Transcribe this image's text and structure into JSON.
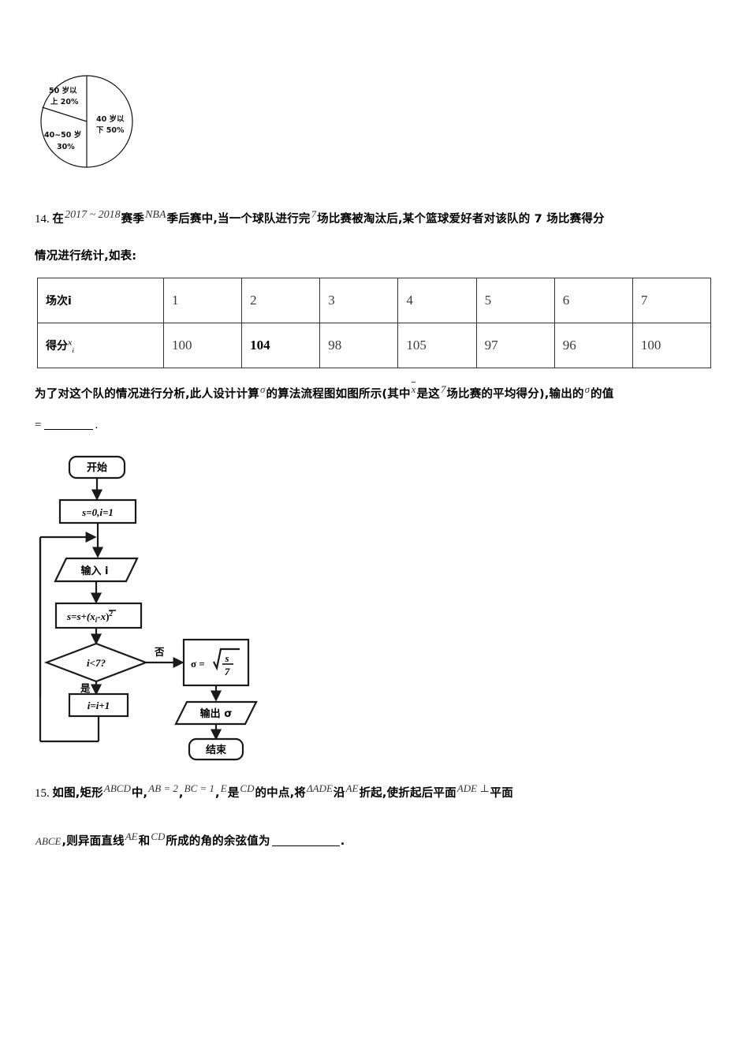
{
  "pie_chart": {
    "name": "age-distribution-pie",
    "slices": [
      {
        "label_line1": "40 岁以",
        "label_line2": "下 50%",
        "percent": 50,
        "category": "40 岁以下"
      },
      {
        "label_line1": "50 岁以",
        "label_line2": "上 20%",
        "percent": 20,
        "category": "50 岁以上"
      },
      {
        "label_line1": "40~50 岁",
        "label_line2": "30%",
        "percent": 30,
        "category": "40~50 岁"
      }
    ]
  },
  "q14": {
    "number": "14.",
    "line1": {
      "t1": "在",
      "m1": "2017 ~ 2018",
      "t2": "赛季",
      "m2": "NBA",
      "t3": "季后赛中,当一个球队进行完",
      "m3": "7",
      "t4": "场比赛被淘汰后,某个篮球爱好者对该队的 7 场比赛得分"
    },
    "line2": "情况进行统计,如表:",
    "table": {
      "row_headers": [
        "场次i",
        "得分"
      ],
      "row2_header_sub": "x",
      "row2_header_sub_i": "i",
      "match_numbers": [
        "1",
        "2",
        "3",
        "4",
        "5",
        "6",
        "7"
      ],
      "scores": [
        "100",
        "104",
        "98",
        "105",
        "97",
        "96",
        "100"
      ],
      "bold_index": 1
    },
    "para": {
      "p1a": "为了对这个队的情况进行分析,此人设计计算",
      "sigma1": "σ",
      "p1b": "的算法流程图如图所示(其中",
      "xbar": "x",
      "p1c": "是这",
      "seven": "7",
      "p1d": "场比赛的平均得分),输出的",
      "sigma2": "σ",
      "p1e": "的值",
      "eq": "=",
      "period": "."
    }
  },
  "flowchart": {
    "name": "sigma-algorithm-flowchart",
    "nodes": {
      "start": "开始",
      "init": "s=0,i=1",
      "input": "输入 i",
      "accumulate_s": "s=s+(x",
      "accumulate_sub": "i",
      "accumulate_mid": "-x",
      "accumulate_tail": ")",
      "accumulate_pow": "2",
      "decision": "i<7?",
      "increment": "i=i+1",
      "sigma_eq": "σ =",
      "sigma_num": "s",
      "sigma_den": "7",
      "output": "输出 σ",
      "end": "结束"
    },
    "branches": {
      "no": "否",
      "yes": "是"
    }
  },
  "q15": {
    "number": "15.",
    "l1": {
      "t1": "如图,矩形",
      "m1": "ABCD",
      "t2": "中,",
      "m2": "AB = 2",
      "c1": ",",
      "m3": "BC = 1",
      "c2": ",",
      "m4": "E",
      "t3": "是",
      "m5": "CD",
      "t4": "的中点,将",
      "m6": "ΔADE",
      "t5": "沿",
      "m7": "AE",
      "t6": "折起,使折起后平面",
      "m8": "ADE ⊥",
      "t7": "平面"
    },
    "l2": {
      "m1": "ABCE",
      "t1": ",则异面直线",
      "m2": "AE",
      "t2": "和",
      "m3": "CD",
      "t3": "所成的角的余弦值为",
      "t4": "."
    }
  }
}
